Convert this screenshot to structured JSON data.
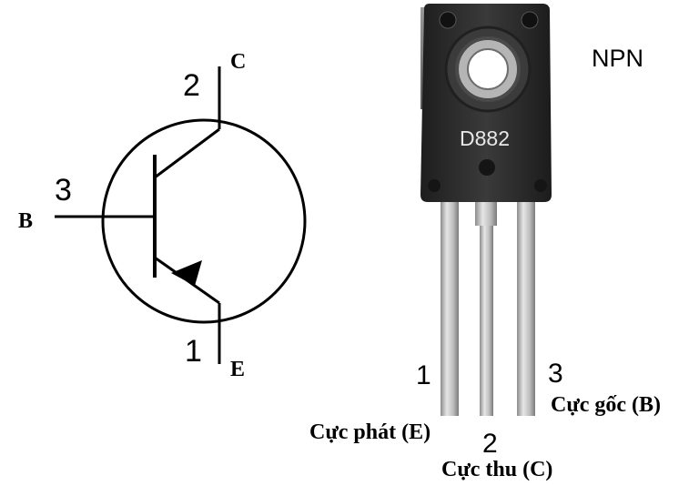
{
  "symbol": {
    "collector_letter": "C",
    "emitter_letter": "E",
    "base_letter": "B",
    "collector_pin": "2",
    "emitter_pin": "1",
    "base_pin": "3"
  },
  "package": {
    "marking": "D882",
    "type": "NPN"
  },
  "pins": {
    "pin1_number": "1",
    "pin2_number": "2",
    "pin3_number": "3",
    "pin1_name": "Cực phát (E)",
    "pin2_name": "Cực thu (C)",
    "pin3_name": "Cực gốc (B)"
  },
  "colors": {
    "line": "#000000",
    "package_body": "#2a2a2a",
    "metal_tab": "#cfcfcf",
    "lead": "#c4c4c4"
  }
}
